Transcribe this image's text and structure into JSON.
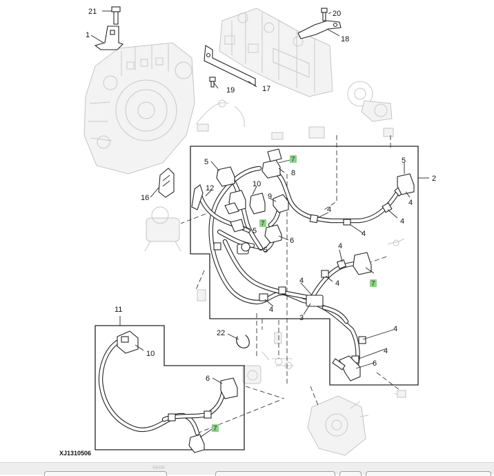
{
  "figure": {
    "id": "XJ1310506",
    "callouts": [
      {
        "key": "c21",
        "text": "21"
      },
      {
        "key": "c1",
        "text": "1"
      },
      {
        "key": "c20",
        "text": "20"
      },
      {
        "key": "c18",
        "text": "18"
      },
      {
        "key": "c19",
        "text": "19"
      },
      {
        "key": "c17",
        "text": "17"
      },
      {
        "key": "c16",
        "text": "16"
      },
      {
        "key": "c2",
        "text": "2"
      },
      {
        "key": "c3",
        "text": "3"
      },
      {
        "key": "c4",
        "text": "4"
      },
      {
        "key": "c5",
        "text": "5"
      },
      {
        "key": "c6",
        "text": "6"
      },
      {
        "key": "c7",
        "text": "7"
      },
      {
        "key": "c8",
        "text": "8"
      },
      {
        "key": "c9",
        "text": "9"
      },
      {
        "key": "c10",
        "text": "10"
      },
      {
        "key": "c11",
        "text": "11"
      },
      {
        "key": "c12",
        "text": "12"
      },
      {
        "key": "c22",
        "text": "22"
      }
    ]
  },
  "viewer": {
    "scroll_grip": "⁝⁝⁝⁝⁝⁝⁝⁝"
  },
  "colors": {
    "highlight": "#8fd18a",
    "line": "#222222",
    "ghost": "#c8c8c8"
  }
}
